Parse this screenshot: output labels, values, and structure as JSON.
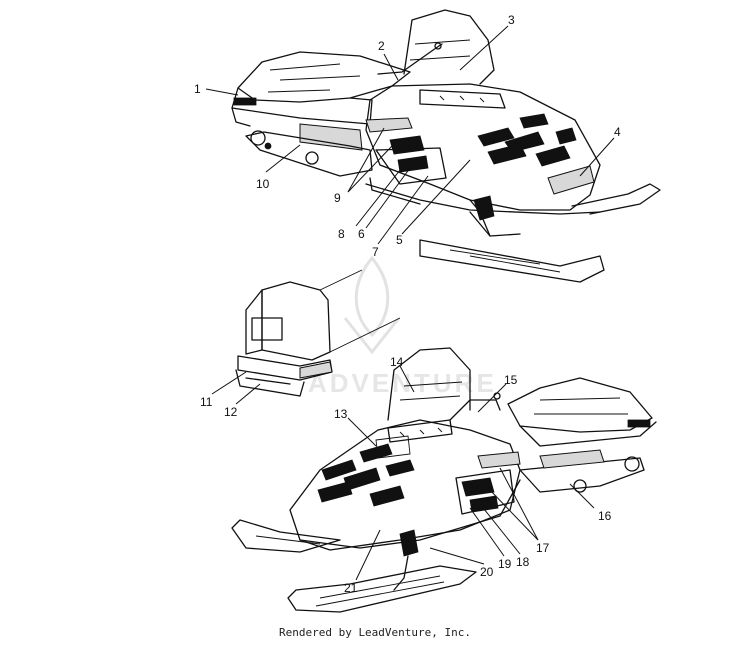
{
  "footer": {
    "text": "Rendered by LeadVenture, Inc."
  },
  "watermark": {
    "text": "ADVENTURE"
  },
  "callouts": [
    {
      "id": "1",
      "label": "1"
    },
    {
      "id": "2",
      "label": "2"
    },
    {
      "id": "3",
      "label": "3"
    },
    {
      "id": "4",
      "label": "4"
    },
    {
      "id": "5",
      "label": "5"
    },
    {
      "id": "6",
      "label": "6"
    },
    {
      "id": "7",
      "label": "7"
    },
    {
      "id": "8",
      "label": "8"
    },
    {
      "id": "9",
      "label": "9"
    },
    {
      "id": "10",
      "label": "10"
    },
    {
      "id": "11",
      "label": "11"
    },
    {
      "id": "12",
      "label": "12"
    },
    {
      "id": "13",
      "label": "13"
    },
    {
      "id": "14",
      "label": "14"
    },
    {
      "id": "15",
      "label": "15"
    },
    {
      "id": "16",
      "label": "16"
    },
    {
      "id": "17",
      "label": "17"
    },
    {
      "id": "18",
      "label": "18"
    },
    {
      "id": "19",
      "label": "19"
    },
    {
      "id": "20",
      "label": "20"
    },
    {
      "id": "21",
      "label": "21"
    }
  ]
}
